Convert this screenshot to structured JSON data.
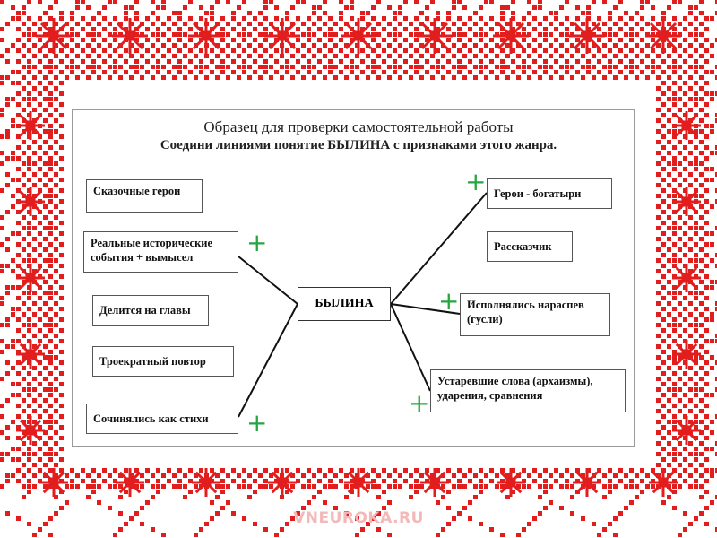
{
  "title": "Образец для проверки самостоятельной работы",
  "subtitle": "Соедини линиями  понятие БЫЛИНА с признаками этого жанра.",
  "center_label": "БЫЛИНА",
  "left_items": [
    "Сказочные герои",
    "Реальные исторические\nсобытия + вымысел",
    "Делится на главы",
    "Троекратный повтор",
    "Сочинялись как стихи"
  ],
  "right_items": [
    "Герои - богатыри",
    "Рассказчик",
    "Исполнялись нараспев\n             (гусли)",
    "Устаревшие слова (архаизмы),\nударения, сравнения"
  ],
  "plus_mark": "+",
  "footer_logo": "VNEUROKA.RU",
  "colors": {
    "ornament": "#e11d1d",
    "plus": "#26a641",
    "frame": "#9a9a9a"
  }
}
